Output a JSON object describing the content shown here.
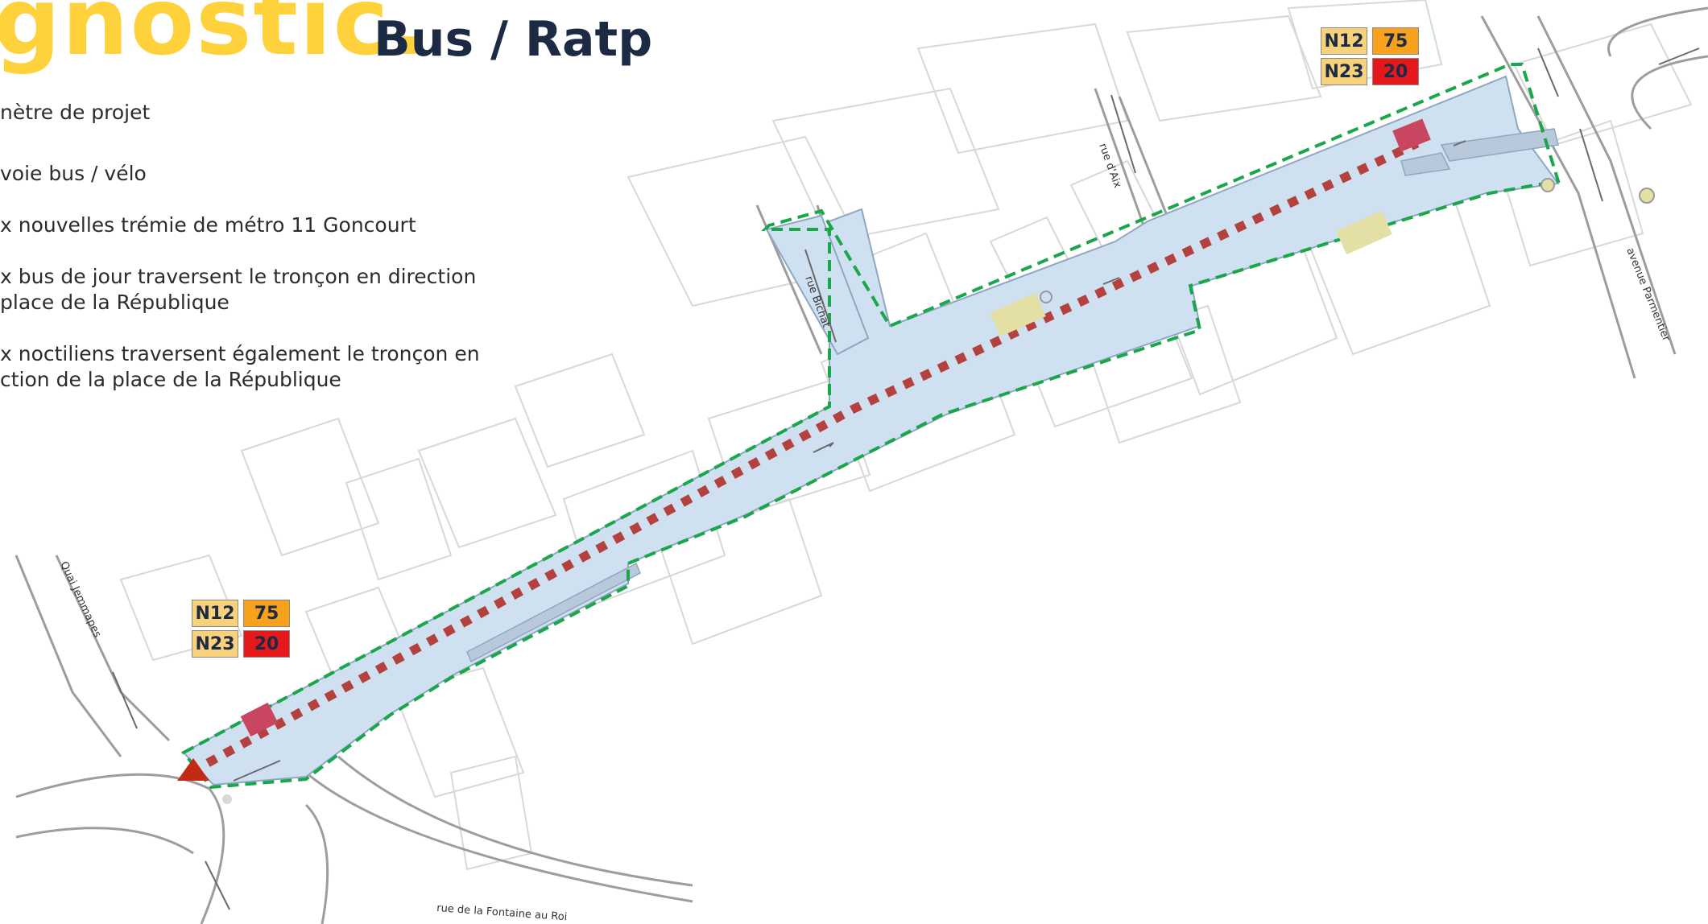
{
  "title": {
    "prefix": "gnostic.",
    "suffix": "Bus / Ratp"
  },
  "legend": [
    "nètre de projet",
    "voie bus / vélo",
    "x nouvelles trémie de métro 11 Goncourt",
    "x bus de jour traversent le tronçon en direction",
    " place de la République",
    "x noctiliens traversent également le tronçon en",
    "ction de la place de la République"
  ],
  "route_boxes": [
    {
      "night": [
        "N12",
        "N23"
      ],
      "day": [
        "75",
        "20"
      ]
    },
    {
      "night": [
        "N12",
        "N23"
      ],
      "day": [
        "75",
        "20"
      ]
    }
  ],
  "streets": {
    "bichat": "rue Bichat",
    "aix": "rue d'Aix",
    "parmentier": "avenue Parmentier",
    "jemmapes": "Quai Jemmapes",
    "fontaine": "rue de la Fontaine au Roi"
  },
  "colors": {
    "perimeter": "#1aa64b",
    "street_fill": "#cfe0f1",
    "bus_lane": "#b3423f",
    "stop": "#c94660",
    "metro_access": "#e3dfa5",
    "building_lines": "#d5d5d5"
  }
}
